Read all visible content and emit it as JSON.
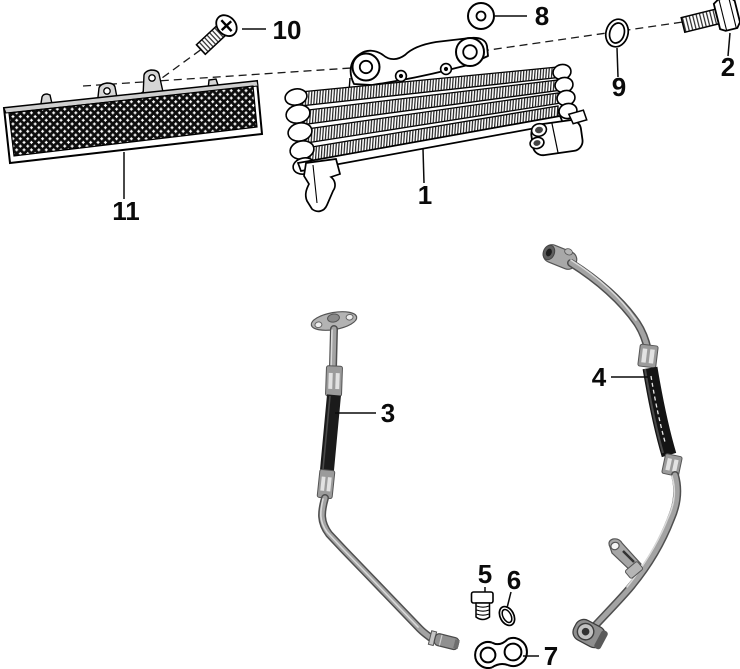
{
  "figure": {
    "background": "#ffffff",
    "ink_color": "#000000",
    "rubber_color": "#181818",
    "metal_color": "#a3a3a3",
    "mesh_color": "#0d0d0d"
  },
  "parts": [
    {
      "id": 1,
      "label": "1",
      "name": "oil-cooler-radiator"
    },
    {
      "id": 2,
      "label": "2",
      "name": "hex-bolt"
    },
    {
      "id": 3,
      "label": "3",
      "name": "oil-hose-left"
    },
    {
      "id": 4,
      "label": "4",
      "name": "oil-hose-right"
    },
    {
      "id": 5,
      "label": "5",
      "name": "plug-screw"
    },
    {
      "id": 6,
      "label": "6",
      "name": "o-ring-small"
    },
    {
      "id": 7,
      "label": "7",
      "name": "joint-link-plate"
    },
    {
      "id": 8,
      "label": "8",
      "name": "washer"
    },
    {
      "id": 9,
      "label": "9",
      "name": "o-ring"
    },
    {
      "id": 10,
      "label": "10",
      "name": "countersunk-screw"
    },
    {
      "id": 11,
      "label": "11",
      "name": "cooler-guard-mesh"
    }
  ]
}
